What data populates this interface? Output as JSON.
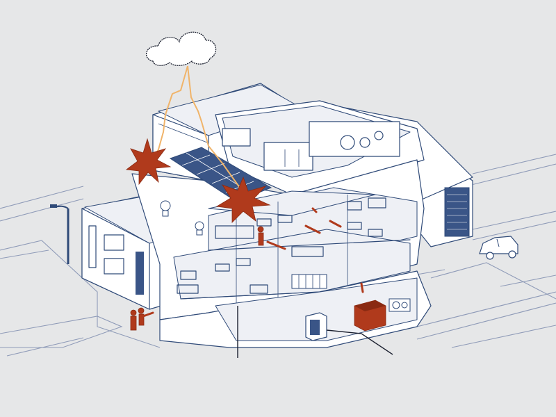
{
  "scene": {
    "colors": {
      "background": "#e6e7e8",
      "outline": "#2f4a78",
      "building_fill": "#ffffff",
      "alert_red": "#b03a1c",
      "lightning_orange": "#f0b46a",
      "road_line": "#8f9bb8"
    },
    "elements": [
      "cloud-icon",
      "lightning-bolt",
      "explosion-burst",
      "solar-panel-array",
      "street-lamp",
      "parked-car",
      "intruder-figures",
      "server-rack",
      "generator",
      "power-cable"
    ]
  }
}
